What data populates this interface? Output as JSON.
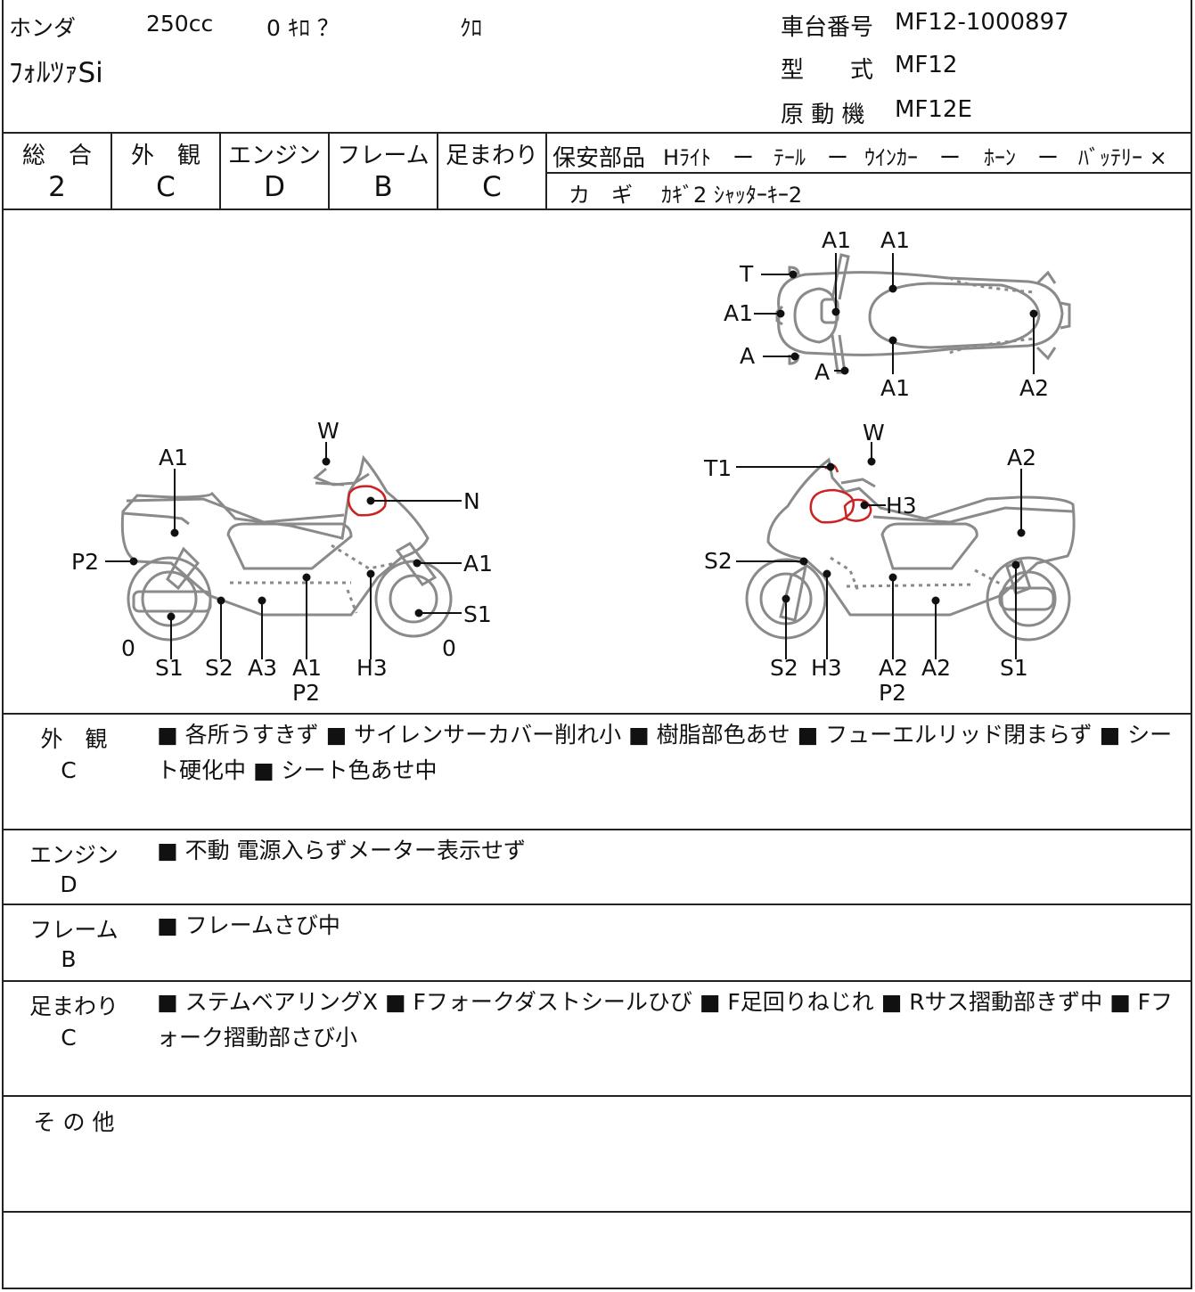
{
  "header": {
    "maker": "ホンダ",
    "displacement": "250cc",
    "odometer": "0 ｷﾛ ？",
    "color": "ｸﾛ",
    "model_name": "ﾌｫﾙﾂｧSi",
    "frame_no_label": "車台番号",
    "frame_no": "MF12-1000897",
    "type_label": "型　　式",
    "type_value": "MF12",
    "engine_label": "原 動 機",
    "engine_value": "MF12E"
  },
  "grades": [
    {
      "label": "総　合",
      "value": "2"
    },
    {
      "label": "外　観",
      "value": "C"
    },
    {
      "label": "エンジン",
      "value": "D"
    },
    {
      "label": "フレーム",
      "value": "B"
    },
    {
      "label": "足まわり",
      "value": "C"
    }
  ],
  "safety": {
    "label": "保安部品",
    "items": [
      "Hﾗｲﾄ　ー",
      "ﾃｰﾙ　ー",
      "ｳｲﾝｶｰ　ー",
      "ﾎｰﾝ　ー",
      "ﾊﾞｯﾃﾘｰ ×"
    ],
    "key_label": "カ　ギ",
    "key_value": "ｶｷﾞ2 ｼｬｯﾀｰｷｰ2"
  },
  "diagram": {
    "top_labels": [
      "A1",
      "A1",
      "T",
      "A1",
      "A",
      "A",
      "A1",
      "A2"
    ],
    "left_labels": [
      "W",
      "A1",
      "N",
      "P2",
      "A1",
      "S1",
      "0",
      "S1",
      "S2",
      "A3",
      "A1",
      "P2",
      "H3",
      "0"
    ],
    "right_labels": [
      "W",
      "T1",
      "A2",
      "H3",
      "S2",
      "S2",
      "H3",
      "A2",
      "P2",
      "A2",
      "S1"
    ],
    "damage_color": "#cc2222"
  },
  "sections": [
    {
      "name": "外　観",
      "grade": "C",
      "text": "■ 各所うすきず ■ サイレンサーカバー削れ小 ■ 樹脂部色あせ ■ フューエルリッド閉まらず ■ シート硬化中 ■ シート色あせ中"
    },
    {
      "name": "エンジン",
      "grade": "D",
      "text": "■ 不動 電源入らずメーター表示せず"
    },
    {
      "name": "フレーム",
      "grade": "B",
      "text": "■ フレームさび中"
    },
    {
      "name": "足まわり",
      "grade": "C",
      "text": "■ ステムベアリングX ■ Fフォークダストシールひび ■ F足回りねじれ ■ Rサス摺動部きず中 ■ Fフォーク摺動部さび小"
    },
    {
      "name": "そ の 他",
      "grade": "",
      "text": ""
    }
  ]
}
